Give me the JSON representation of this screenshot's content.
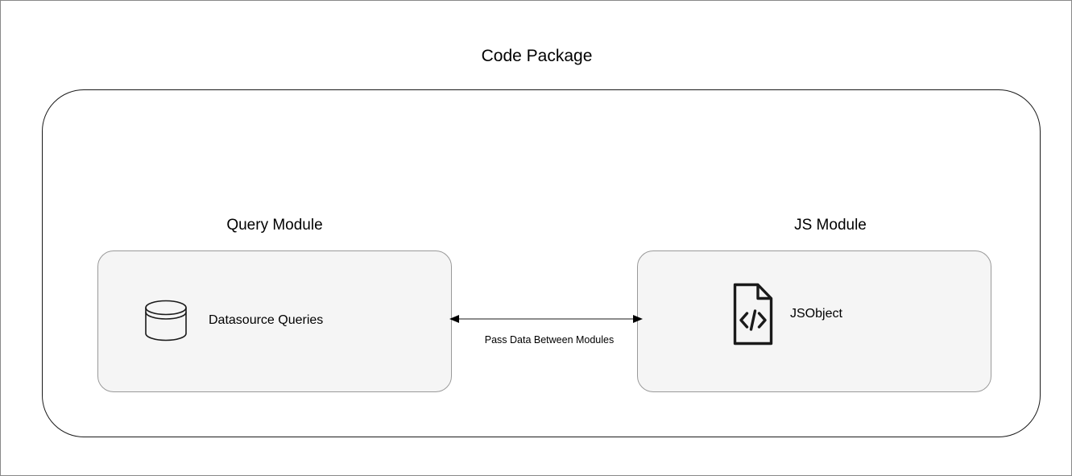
{
  "diagram": {
    "title": "Code Package",
    "modules": [
      {
        "id": "query-module",
        "title": "Query Module",
        "node_label": "Datasource Queries",
        "node_icon": "database-cylinder-icon"
      },
      {
        "id": "js-module",
        "title": "JS Module",
        "node_label": "JSObject",
        "node_icon": "code-file-icon"
      }
    ],
    "connector": {
      "label": "Pass Data Between Modules",
      "icon": "double-headed-arrow-icon",
      "direction": "bidirectional"
    },
    "colors": {
      "page_background": "#ffffff",
      "image_border": "#888888",
      "container_border": "#1a1a1a",
      "module_fill": "#f5f5f5",
      "module_border": "#999999",
      "text": "#000000",
      "arrow_line": "#666666",
      "arrow_head": "#000000",
      "icon_stroke": "#1a1a1a"
    }
  }
}
